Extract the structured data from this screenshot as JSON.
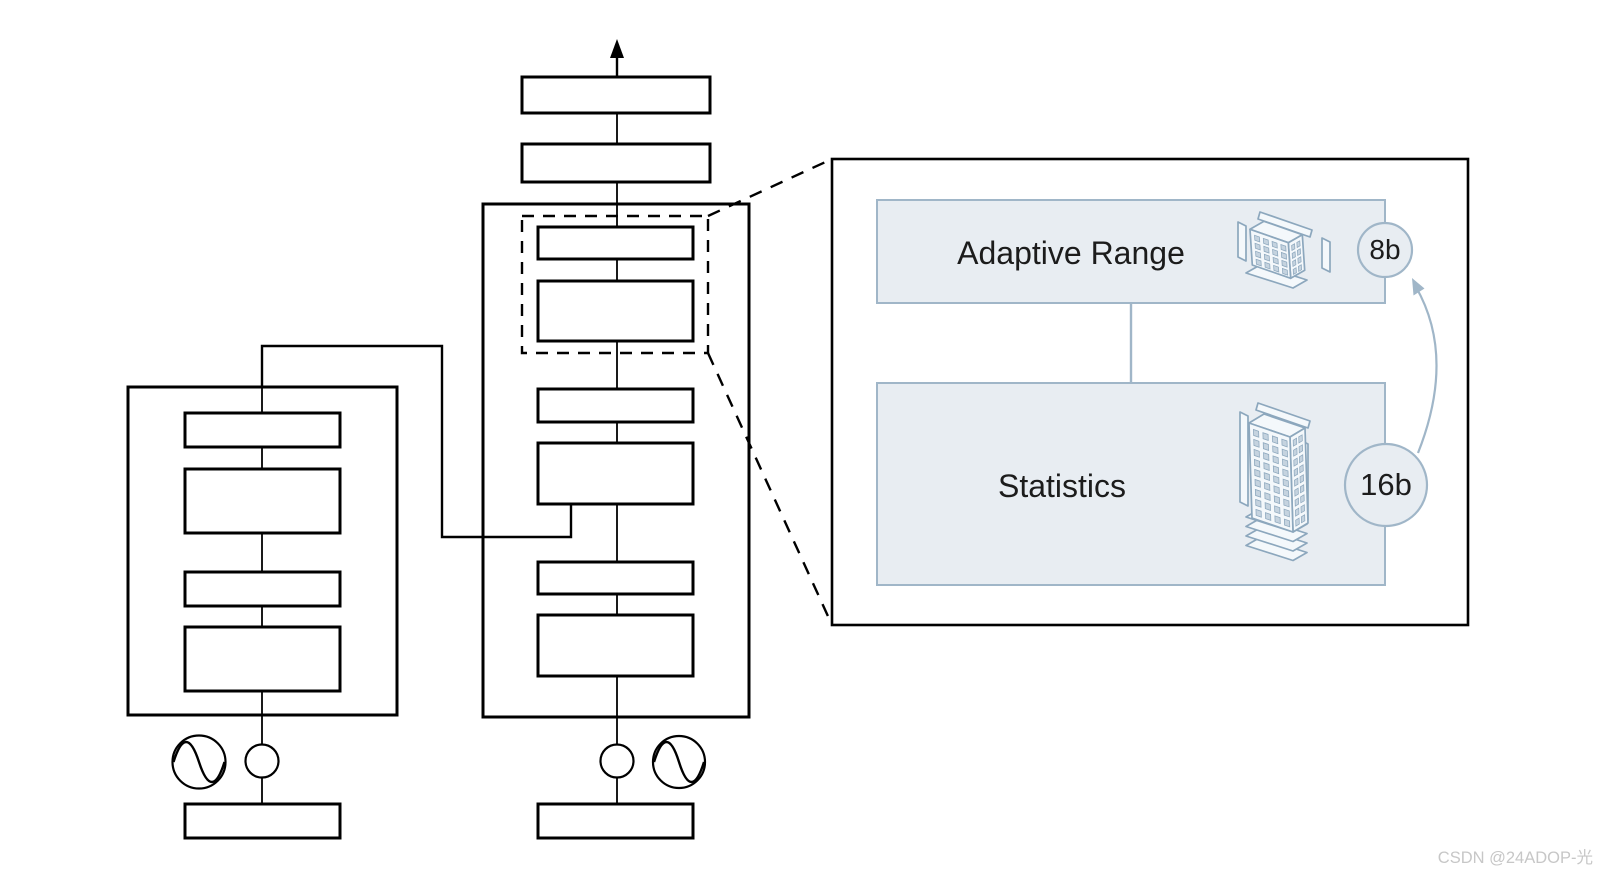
{
  "detail_panel": {
    "top_module": {
      "label": "Adaptive Range",
      "bit_width": "8b"
    },
    "bottom_module": {
      "label": "Statistics",
      "bit_width": "16b"
    }
  },
  "watermark": "CSDN @24ADOP-光",
  "colors": {
    "diagram_line": "#000000",
    "module_fill": "#e8edf2",
    "module_border": "#a0b6c8",
    "icon_stroke": "#8ca7bd",
    "label_text": "#1c1c1c",
    "watermark_text": "#c7c7c7"
  }
}
